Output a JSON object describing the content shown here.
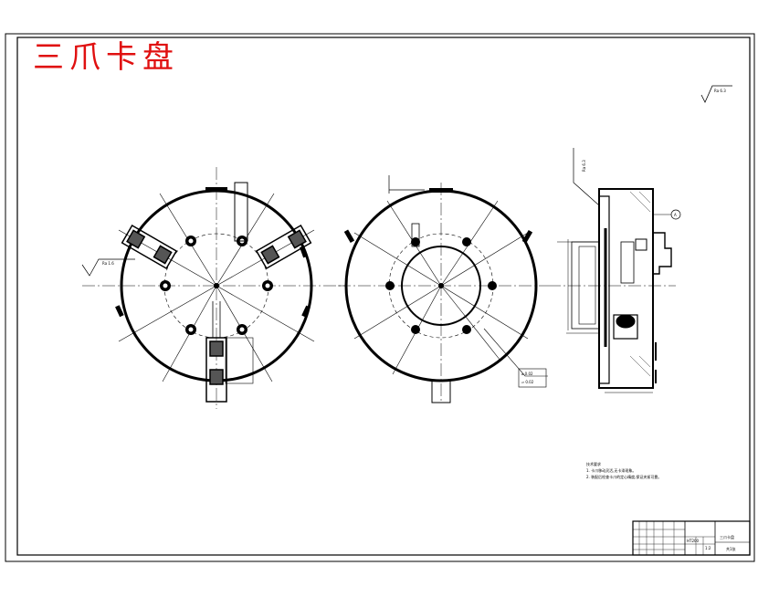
{
  "title": "三爪卡盘",
  "colors": {
    "title": "#e01010",
    "line": "#000000",
    "background": "#ffffff"
  },
  "roughness_note": "Ra 6.3",
  "roughness_callout_1": "Ra 1.6",
  "roughness_callout_2": "Ra 6.3",
  "tolerance_callout": "⌀ 0.02",
  "flatness_callout": "▱ 0.02",
  "datum_label": "A",
  "tech_requirements": {
    "heading": "技术要求",
    "lines": [
      "1. 卡爪移动灵活,无卡滞现象。",
      "2. 装配后检查卡爪的定心精度,保证夹紧可靠。"
    ]
  },
  "title_block": {
    "drawing_name": "三爪卡盘",
    "material": "HT200",
    "scale": "1:2",
    "sheet": "共1张"
  }
}
